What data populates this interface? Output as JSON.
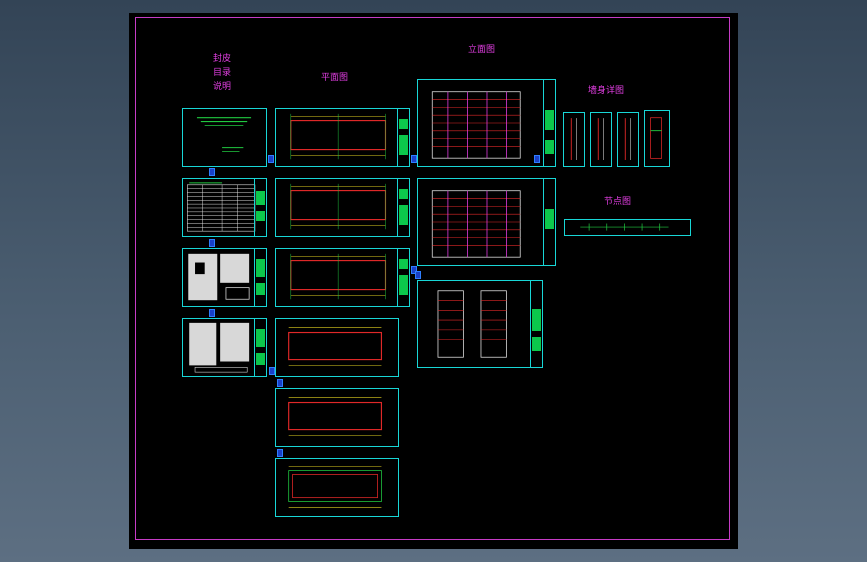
{
  "labels": {
    "cover": "封皮",
    "catalog": "目录",
    "notes": "说明",
    "floor_plans": "平面图",
    "elevations": "立面图",
    "wall_details": "墙身详图",
    "nodes": "节点图"
  },
  "colors": {
    "background": "#000000",
    "frame": "#c63cc6",
    "sheet_border": "#18d6d6",
    "label": "#e13ee1",
    "line_red": "#e02828",
    "line_green": "#20c840",
    "line_yellow": "#e0d020",
    "connector": "#1a40c8"
  }
}
